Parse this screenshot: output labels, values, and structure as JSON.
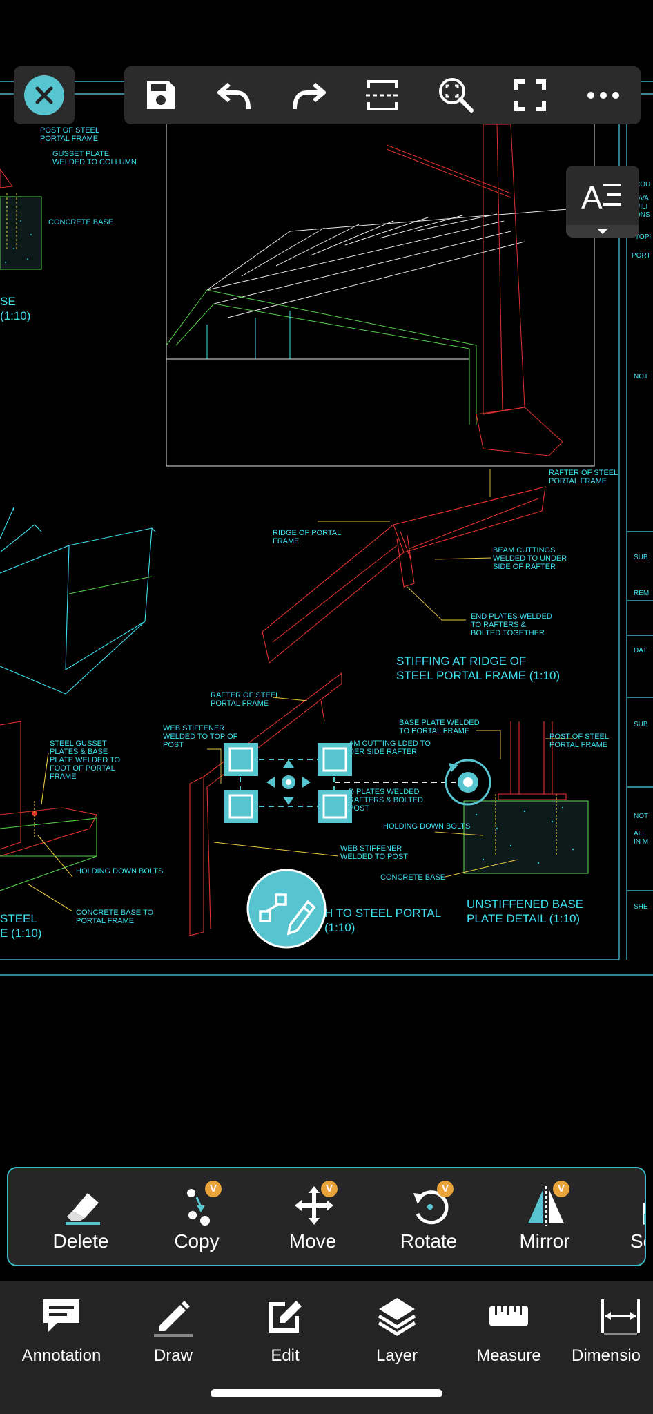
{
  "drawing": {
    "labels": {
      "post_of_steel_portal_frame": "POST OF STEEL PORTAL FRAME",
      "gusset_plate": "GUSSET PLATE WELDED TO COLLUMN",
      "concrete_base_top": "CONCRETE BASE",
      "base_partial": "SE",
      "scale_partial_1": "(1:10)",
      "rafter_of_steel_portal_frame": "RAFTER OF STEEL PORTAL FRAME",
      "ridge_of_portal_frame": "RIDGE OF PORTAL FRAME",
      "beam_cuttings": "BEAM CUTTINGS WELDED TO UNDER SIDE OF RAFTER",
      "end_plates": "END PLATES WELDED TO RAFTERS & BOLTED TOGETHER",
      "stiffing_title_1": "STIFFING AT RIDGE OF",
      "stiffing_title_2": "STEEL PORTAL FRAME (1:10)",
      "rafter_of_steel_portal_frame_2": "RAFTER OF STEEL PORTAL FRAME",
      "steel_gusset": "STEEL GUSSET PLATES & BASE PLATE WELDED TO FOOT OF PORTAL FRAME",
      "web_stiffener_top": "WEB STIFFENER WELDED TO TOP OF POST",
      "beam_cutting_2": "AM CUTTING LDED TO DER SIDE RAFTER",
      "end_plates_2": "D PLATES WELDED RAFTERS & BOLTED POST",
      "base_plate_welded": "BASE PLATE WELDED TO PORTAL FRAME",
      "post_of_steel_portal_frame_2": "POST OF STEEL PORTAL FRAME",
      "holding_down_bolts": "HOLDING DOWN BOLTS",
      "holding_down_bolts_2": "HOLDING DOWN BOLTS",
      "web_stiffener_post": "WEB STIFFENER WELDED TO POST",
      "concrete_base": "CONCRETE BASE",
      "concrete_base_portal": "CONCRETE BASE TO PORTAL FRAME",
      "steel_partial": "STEEL",
      "scale_partial_2": "E (1:10)",
      "connection_title_1": "H TO STEEL PORTAL",
      "connection_title_2": "(1:10)",
      "unstiffened_1": "UNSTIFFENED BASE",
      "unstiffened_2": "PLATE DETAIL (1:10)"
    },
    "colors": {
      "cyan": "#3fe0f0",
      "red": "#e0332e",
      "green": "#55d24a",
      "white": "#e8e8e8",
      "grip": "#56c5cf"
    }
  },
  "top_toolbar": {
    "close": "close-icon",
    "items": [
      "save-icon",
      "undo-icon",
      "redo-icon",
      "section-icon",
      "zoom-extents-icon",
      "fullscreen-icon",
      "more-icon"
    ]
  },
  "font_button": {
    "label": "A"
  },
  "edit_panel": {
    "items": [
      {
        "label": "Delete",
        "icon": "eraser-icon",
        "badge": ""
      },
      {
        "label": "Copy",
        "icon": "copy-icon",
        "badge": "V"
      },
      {
        "label": "Move",
        "icon": "move-icon",
        "badge": "V"
      },
      {
        "label": "Rotate",
        "icon": "rotate-icon",
        "badge": "V"
      },
      {
        "label": "Mirror",
        "icon": "mirror-icon",
        "badge": "V"
      },
      {
        "label": "Sc",
        "icon": "scale-icon",
        "badge": ""
      }
    ]
  },
  "bottom_nav": {
    "items": [
      {
        "label": "Annotation",
        "icon": "annotation-icon"
      },
      {
        "label": "Draw",
        "icon": "draw-icon"
      },
      {
        "label": "Edit",
        "icon": "edit-icon"
      },
      {
        "label": "Layer",
        "icon": "layer-icon"
      },
      {
        "label": "Measure",
        "icon": "measure-icon"
      },
      {
        "label": "Dimensio",
        "icon": "dimension-icon"
      }
    ]
  }
}
